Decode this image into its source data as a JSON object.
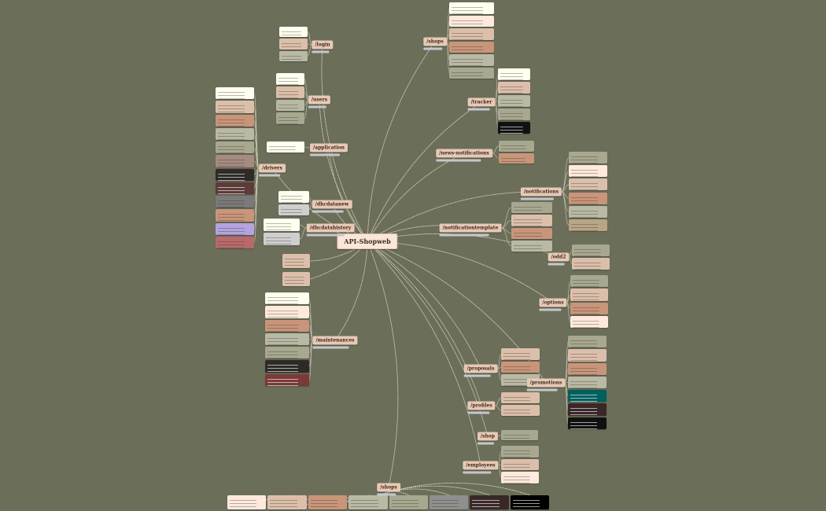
{
  "diagram": {
    "root": "API-Shopweb",
    "edge_color": "#d9d2c2",
    "background": "#6b6f5a",
    "nodes": [
      {
        "label": "/login",
        "cards": [
          "#fffff0",
          "#dcbfab",
          "#b9b9a5"
        ]
      },
      {
        "label": "/users",
        "cards": [
          "#fffff0",
          "#dcbfab",
          "#b9b9a5",
          "#a8a890"
        ]
      },
      {
        "label": "/application",
        "cards": [
          "#fffff0"
        ]
      },
      {
        "label": "/drivers",
        "cards": [
          "#fffff0",
          "#dcbfab",
          "#c9957a",
          "#b9b9a5",
          "#a8a890",
          "#a58b82",
          "#2e2a28",
          "#5e3a38",
          "#7a7a7a",
          "#c9957a",
          "#b3a3e0",
          "#b8696b"
        ]
      },
      {
        "label": "/dhcdatanew",
        "cards": [
          "#fffff0",
          "#cfcfcf"
        ]
      },
      {
        "label": "/dhcdatahistory",
        "cards": [
          "#fffff0",
          "#cfcfcf"
        ]
      },
      {
        "label": "/maintenances",
        "cards": [
          "#fffff0",
          "#ffe9dd",
          "#c9957a",
          "#b9b9a5",
          "#a8a890",
          "#2e2a28",
          "#7a3a38"
        ]
      },
      {
        "label": "/shops",
        "cards": [
          "#fffff0",
          "#ffe9dd",
          "#dcbfab",
          "#c9957a",
          "#b9b9a5",
          "#a8a890"
        ]
      },
      {
        "label": "/tracker",
        "cards": [
          "#fffff0",
          "#dcbfab",
          "#b9b9a5",
          "#a8a890",
          "#111111"
        ]
      },
      {
        "label": "/news-notifications",
        "cards": [
          "#a8a890",
          "#c9957a"
        ]
      },
      {
        "label": "/notifications",
        "cards": [
          "#a8a890",
          "#ffe9dd",
          "#dcbfab",
          "#c9957a",
          "#b9b9a5",
          "#b8a585"
        ]
      },
      {
        "label": "/notificationtemplate",
        "cards": [
          "#a8a890",
          "#dcbfab",
          "#c9957a",
          "#b9b9a5"
        ]
      },
      {
        "label": "/odd2",
        "cards": [
          "#a8a890",
          "#dcbfab"
        ]
      },
      {
        "label": "/options",
        "cards": [
          "#a8a890",
          "#dcbfab",
          "#c9957a",
          "#ffe9dd"
        ]
      },
      {
        "label": "/proposals",
        "cards": [
          "#dcbfab",
          "#c9957a",
          "#b9b9a5"
        ]
      },
      {
        "label": "/promotions",
        "cards": [
          "#a8a890",
          "#dcbfab",
          "#c9957a",
          "#b9b9a5",
          "#005f5f",
          "#3a2828",
          "#111111"
        ]
      },
      {
        "label": "/profiles",
        "cards": [
          "#dcbfab",
          "#dcbfab"
        ]
      },
      {
        "label": "/shop",
        "cards": [
          "#a8a890"
        ]
      },
      {
        "label": "/employees",
        "cards": [
          "#a8a890",
          "#dcbfab",
          "#ffe9dd"
        ]
      },
      {
        "label": "/shops",
        "cards": [
          "#ffe9dd",
          "#dcbfab",
          "#c9957a",
          "#b9b9a5",
          "#a8a890",
          "#8f8f8f",
          "#3a2828",
          "#000000"
        ]
      }
    ],
    "orphan_cards": [
      "#dcbfab",
      "#dcbfab"
    ]
  }
}
